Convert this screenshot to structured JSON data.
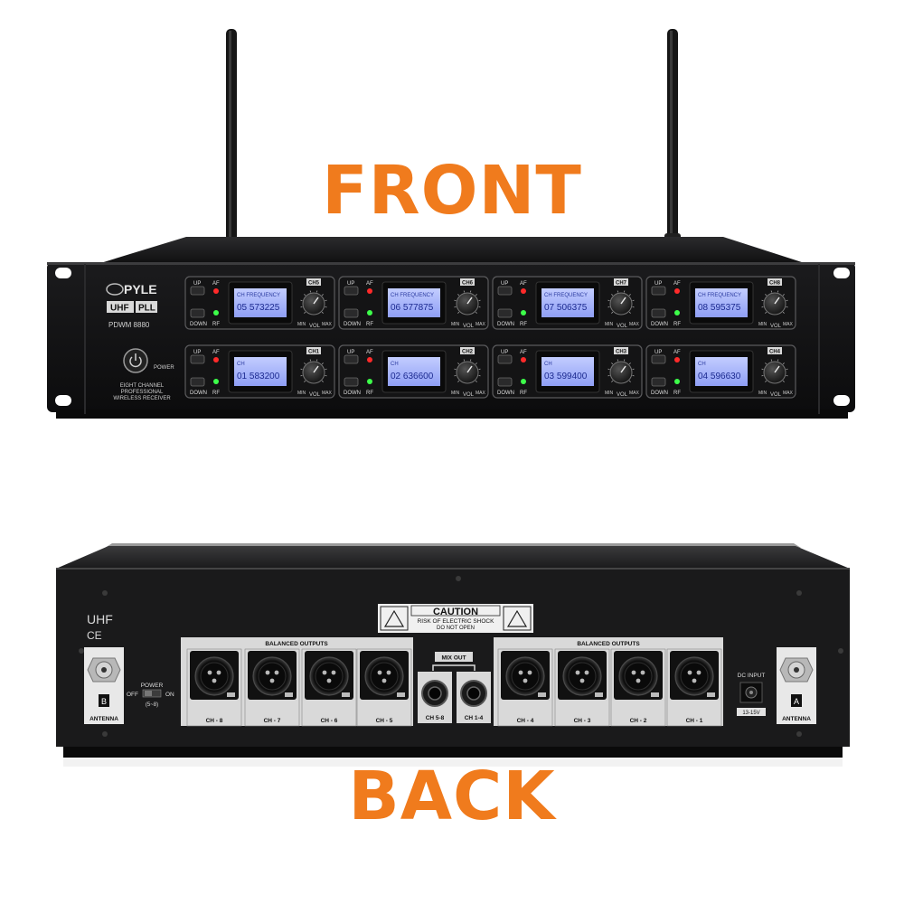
{
  "headings": {
    "front": "FRONT",
    "back": "BACK"
  },
  "colors": {
    "accent_orange": "#f07b1d",
    "chassis": "#1c1c1e",
    "lcd_blue": "#a9b8ff",
    "led_red": "#ff2a2a",
    "led_green": "#3dff4a"
  },
  "front": {
    "brand": "PYLE",
    "badges": [
      "UHF",
      "PLL"
    ],
    "model": "PDWM 8880",
    "power_label": "POWER",
    "description": [
      "EIGHT CHANNEL",
      "PROFESSIONAL",
      "WIRELESS RECEIVER"
    ],
    "module_labels": {
      "up": "UP",
      "down": "DOWN",
      "af": "AF",
      "rf": "RF",
      "vol": "VOL",
      "min": "MIN",
      "max": "MAX"
    },
    "top_row": [
      {
        "ch": "CH5",
        "lcd_top": "CH FREQUENCY",
        "lcd_value": "05 573225"
      },
      {
        "ch": "CH6",
        "lcd_top": "CH FREQUENCY",
        "lcd_value": "06 577875"
      },
      {
        "ch": "CH7",
        "lcd_top": "CH FREQUENCY",
        "lcd_value": "07 506375"
      },
      {
        "ch": "CH8",
        "lcd_top": "CH FREQUENCY",
        "lcd_value": "08 595375"
      }
    ],
    "bottom_row": [
      {
        "ch": "CH1",
        "lcd_top": "CH",
        "lcd_value": "01 583200"
      },
      {
        "ch": "CH2",
        "lcd_top": "CH",
        "lcd_value": "02 636600"
      },
      {
        "ch": "CH3",
        "lcd_top": "CH",
        "lcd_value": "03 599400"
      },
      {
        "ch": "CH4",
        "lcd_top": "CH",
        "lcd_value": "04 596630"
      }
    ]
  },
  "back": {
    "uhf": "UHF",
    "ce_mark": "CE",
    "caution": {
      "title": "CAUTION",
      "line1": "RISK OF ELECTRIC SHOCK",
      "line2": "DO NOT OPEN"
    },
    "antenna_b": {
      "letter": "B",
      "label": "ANTENNA"
    },
    "antenna_a": {
      "letter": "A",
      "label": "ANTENNA"
    },
    "power_switch": {
      "label": "POWER",
      "off": "OFF",
      "on": "ON",
      "range": "(5~8)"
    },
    "balanced_outputs_label": "BALANCED OUTPUTS",
    "left_outputs": [
      "CH - 8",
      "CH - 7",
      "CH - 6",
      "CH - 5"
    ],
    "right_outputs": [
      "CH - 4",
      "CH - 3",
      "CH - 2",
      "CH - 1"
    ],
    "mix_out": {
      "label": "MIX OUT",
      "left": "CH 5-8",
      "right": "CH 1-4"
    },
    "dc_input": {
      "label": "DC INPUT",
      "spec": "13-15V"
    }
  }
}
